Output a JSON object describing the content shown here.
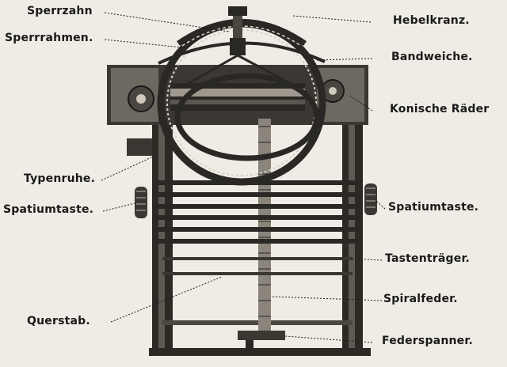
{
  "labels": {
    "sperrzahn": "Sperrzahn",
    "sperrrahmen": "Sperrrahmen.",
    "hebelkranz": "Hebelkranz.",
    "bandweiche": "Bandweiche.",
    "konische_raeder": "Konische Räder",
    "typenruhe": "Typenruhe.",
    "spatiumtaste_left": "Spatiumtaste.",
    "spatiumtaste_right": "Spatiumtaste.",
    "tastentraeger": "Tastenträger.",
    "spiralfeder": "Spiralfeder.",
    "querstab": "Querstab.",
    "federspanner": "Federspanner."
  },
  "colors": {
    "paper": "#efece5",
    "ink": "#1a1a1a"
  }
}
